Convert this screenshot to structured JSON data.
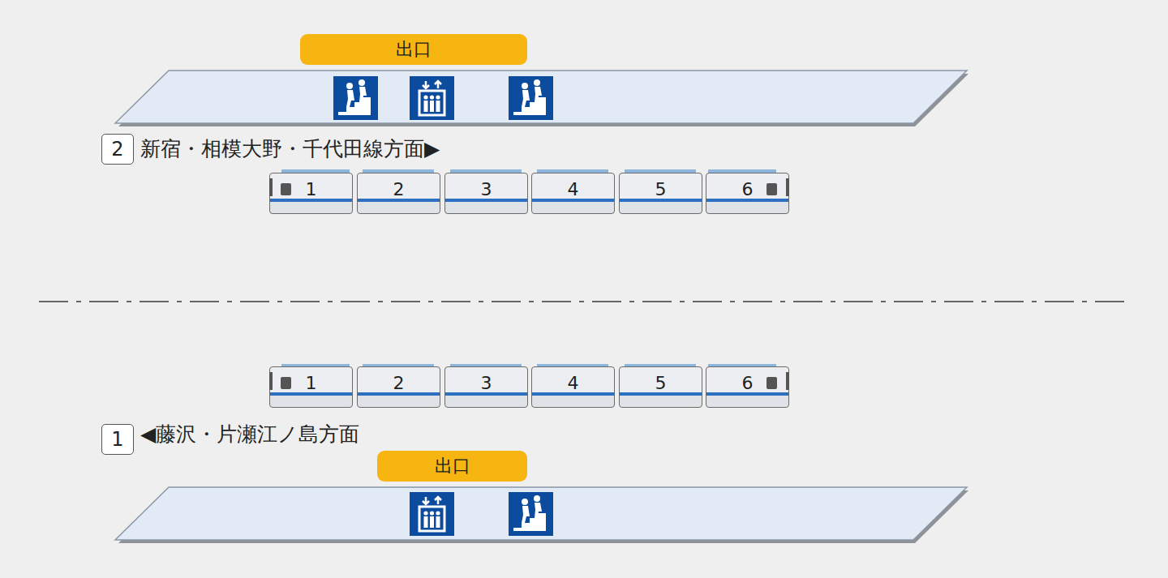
{
  "diagram": {
    "nodes": [
      {
        "text": [
          "出口"
        ]
      },
      {
        "text": [
          "2"
        ]
      },
      {
        "text": [
          "1"
        ]
      },
      {
        "text": [
          "2"
        ]
      },
      {
        "text": [
          "3"
        ]
      },
      {
        "text": [
          "4"
        ]
      },
      {
        "text": [
          "5"
        ]
      },
      {
        "text": [
          "6"
        ]
      },
      {
        "text": [
          "1"
        ]
      },
      {
        "text": [
          "2"
        ]
      },
      {
        "text": [
          "3"
        ]
      },
      {
        "text": [
          "4"
        ]
      },
      {
        "text": [
          "5"
        ]
      },
      {
        "text": [
          "6"
        ]
      },
      {
        "text": [
          "1"
        ]
      },
      {
        "text": [
          "出口"
        ]
      }
    ],
    "labels": [
      "新宿・相模大野・千代田線方面▶",
      "◀藤沢・片瀬江ノ島方面"
    ]
  }
}
